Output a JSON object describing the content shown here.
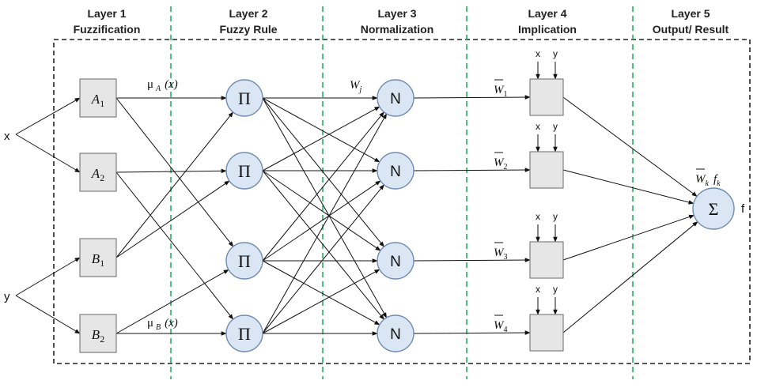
{
  "layers": [
    {
      "title": "Layer 1",
      "subtitle": "Fuzzification"
    },
    {
      "title": "Layer 2",
      "subtitle": "Fuzzy Rule"
    },
    {
      "title": "Layer 3",
      "subtitle": "Normalization"
    },
    {
      "title": "Layer 4",
      "subtitle": "Implication"
    },
    {
      "title": "Layer 5",
      "subtitle": "Output/ Result"
    }
  ],
  "inputs": {
    "x": "x",
    "y": "y"
  },
  "layer1_nodes": [
    {
      "letter": "A",
      "sub": "1"
    },
    {
      "letter": "A",
      "sub": "2"
    },
    {
      "letter": "B",
      "sub": "1"
    },
    {
      "letter": "B",
      "sub": "2"
    }
  ],
  "product_symbol": "Π",
  "norm_symbol": "N",
  "sum_symbol": "Σ",
  "output_label": "f",
  "mu_a_label": {
    "mu": "μ",
    "sub": "A",
    "arg": "(x)"
  },
  "mu_b_label": {
    "mu": "μ",
    "sub": "B",
    "arg": "(x)"
  },
  "wj_label": {
    "letter": "W",
    "sub": "j"
  },
  "wbar_labels": [
    {
      "letter": "W",
      "sub": "1"
    },
    {
      "letter": "W",
      "sub": "2"
    },
    {
      "letter": "W",
      "sub": "3"
    },
    {
      "letter": "W",
      "sub": "4"
    }
  ],
  "wk_fk_label": {
    "w": "W",
    "wsub": "k",
    "f": "f",
    "fsub": "k"
  },
  "implication_inputs": {
    "x": "x",
    "y": "y"
  },
  "colors": {
    "node_fill": "#dbe6f4",
    "node_stroke": "#6f8cb0",
    "box_fill": "#e6e6e6",
    "box_stroke": "#7f7f7f",
    "divider": "#1fa35a",
    "frame": "#222222"
  }
}
